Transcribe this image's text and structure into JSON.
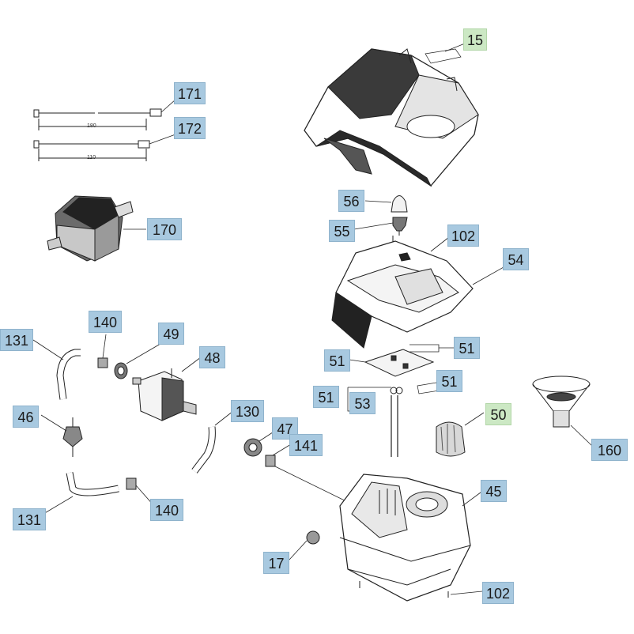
{
  "labels": {
    "p15": "15",
    "p171": "171",
    "p172": "172",
    "p56": "56",
    "p55": "55",
    "p102a": "102",
    "p54": "54",
    "p170": "170",
    "p140a": "140",
    "p49": "49",
    "p131a": "131",
    "p48": "48",
    "p51a": "51",
    "p51b": "51",
    "p51c": "51",
    "p51d": "51",
    "p53": "53",
    "p50": "50",
    "p46": "46",
    "p130": "130",
    "p47": "47",
    "p141": "141",
    "p131b": "131",
    "p140b": "140",
    "p45": "45",
    "p160": "160",
    "p17": "17",
    "p102b": "102"
  },
  "dimensions": {
    "d180": "180",
    "d110": "110"
  },
  "colors": {
    "blue_label": "#a8c9e0",
    "green_label": "#cce8c4",
    "line": "#222222"
  }
}
